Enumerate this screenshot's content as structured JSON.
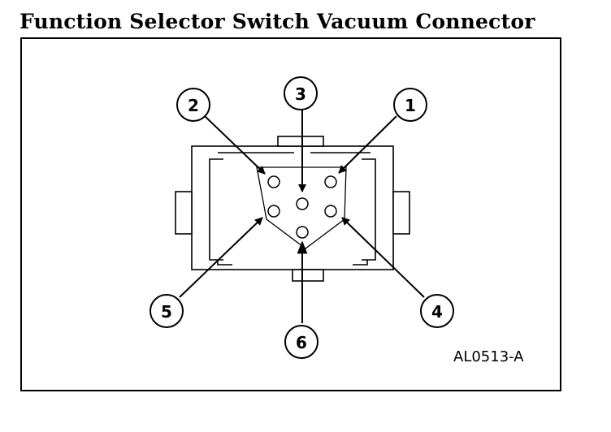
{
  "title": "Function Selector Switch Vacuum Connector",
  "figure_id": "AL0513-A",
  "callouts": [
    "1",
    "2",
    "3",
    "4",
    "5",
    "6"
  ],
  "port_count": 6
}
